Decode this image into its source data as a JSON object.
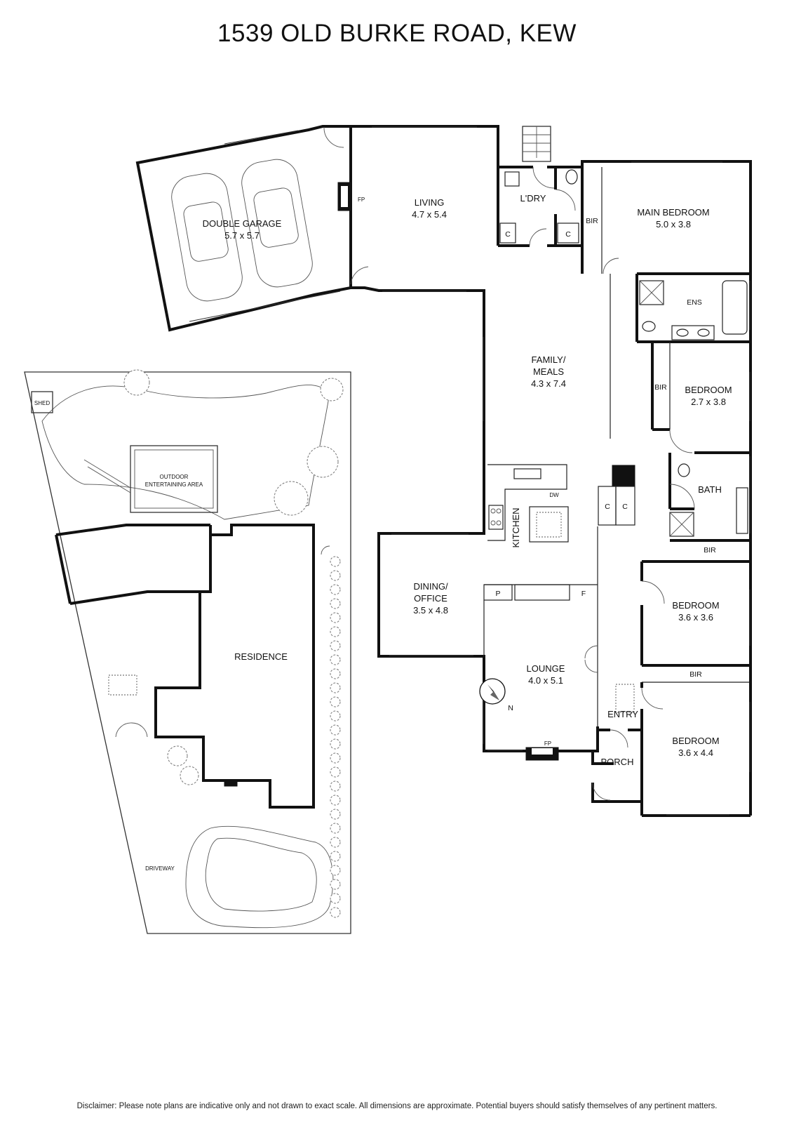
{
  "title": "1539 OLD BURKE ROAD, KEW",
  "disclaimer": "Disclaimer: Please note plans are indicative only and not drawn to exact scale. All dimensions are approximate. Potential buyers should satisfy themselves of any pertinent matters.",
  "compass": {
    "label": "N"
  },
  "rooms": {
    "double_garage": {
      "name": "DOUBLE GARAGE",
      "dims": "5.7 x 5.7"
    },
    "living": {
      "name": "LIVING",
      "dims": "4.7 x 5.4"
    },
    "laundry": {
      "name": "L'DRY"
    },
    "main_bedroom": {
      "name": "MAIN BEDROOM",
      "dims": "5.0 x 3.8"
    },
    "ensuite": {
      "name": "ENS"
    },
    "family_meals": {
      "name_line1": "FAMILY/",
      "name_line2": "MEALS",
      "dims": "4.3 x 7.4"
    },
    "bedroom_2": {
      "name": "BEDROOM",
      "dims": "2.7 x 3.8"
    },
    "bath": {
      "name": "BATH"
    },
    "kitchen": {
      "name": "KITCHEN"
    },
    "dining_office": {
      "name_line1": "DINING/",
      "name_line2": "OFFICE",
      "dims": "3.5 x 4.8"
    },
    "bedroom_3": {
      "name": "BEDROOM",
      "dims": "3.6 x 3.6"
    },
    "lounge": {
      "name": "LOUNGE",
      "dims": "4.0 x 5.1"
    },
    "entry": {
      "name": "ENTRY"
    },
    "bedroom_4": {
      "name": "BEDROOM",
      "dims": "3.6 x 4.4"
    },
    "porch": {
      "name": "PORCH"
    }
  },
  "fixtures": {
    "fireplace": "FP",
    "cupboard": "C",
    "built_in_robe": "BIR",
    "dishwasher": "DW",
    "pantry": "P",
    "fridge": "F"
  },
  "site": {
    "shed": "SHED",
    "outdoor_line1": "OUTDOOR",
    "outdoor_line2": "ENTERTAINING AREA",
    "residence": "RESIDENCE",
    "driveway": "DRIVEWAY"
  }
}
